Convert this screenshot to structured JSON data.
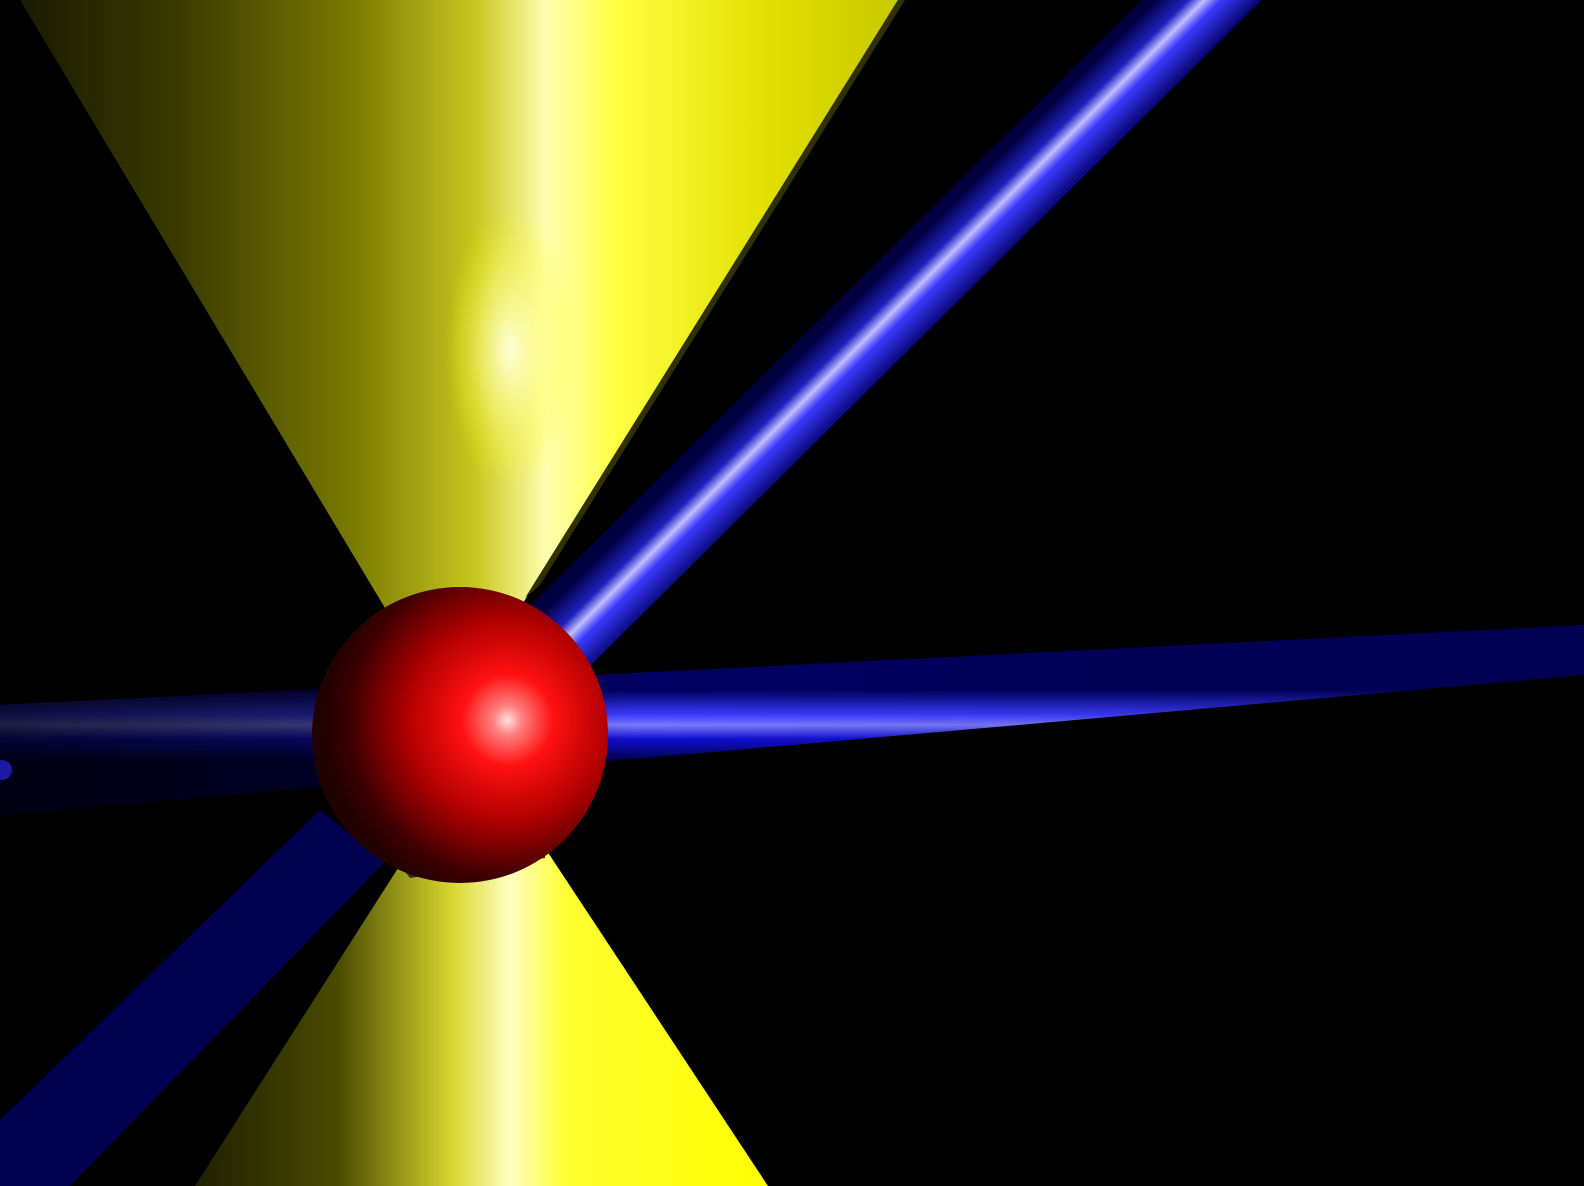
{
  "scene": {
    "background_color": "#000000",
    "objects": [
      {
        "name": "upper-cone",
        "kind": "cone",
        "color": "#ffff00"
      },
      {
        "name": "lower-cone",
        "kind": "cone",
        "color": "#ffff00"
      },
      {
        "name": "horizontal-rod",
        "kind": "cylinder",
        "color": "#0000ff"
      },
      {
        "name": "diagonal-rod",
        "kind": "cylinder",
        "color": "#0000ff"
      },
      {
        "name": "center-sphere",
        "kind": "sphere",
        "color": "#ff0000"
      }
    ]
  }
}
